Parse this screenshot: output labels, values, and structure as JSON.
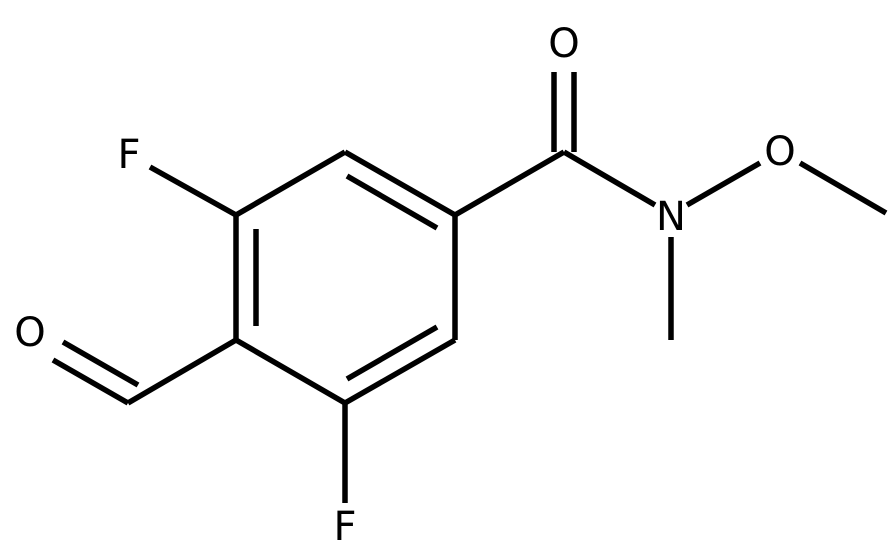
{
  "molecule": {
    "atoms": {
      "o_carbonyl": "O",
      "o_methoxy": "O",
      "n_amide": "N",
      "f_top": "F",
      "f_bottom": "F",
      "o_aldehyde": "O"
    },
    "colors": {
      "bond": "#000000",
      "label": "#000000",
      "background": "#ffffff"
    }
  }
}
